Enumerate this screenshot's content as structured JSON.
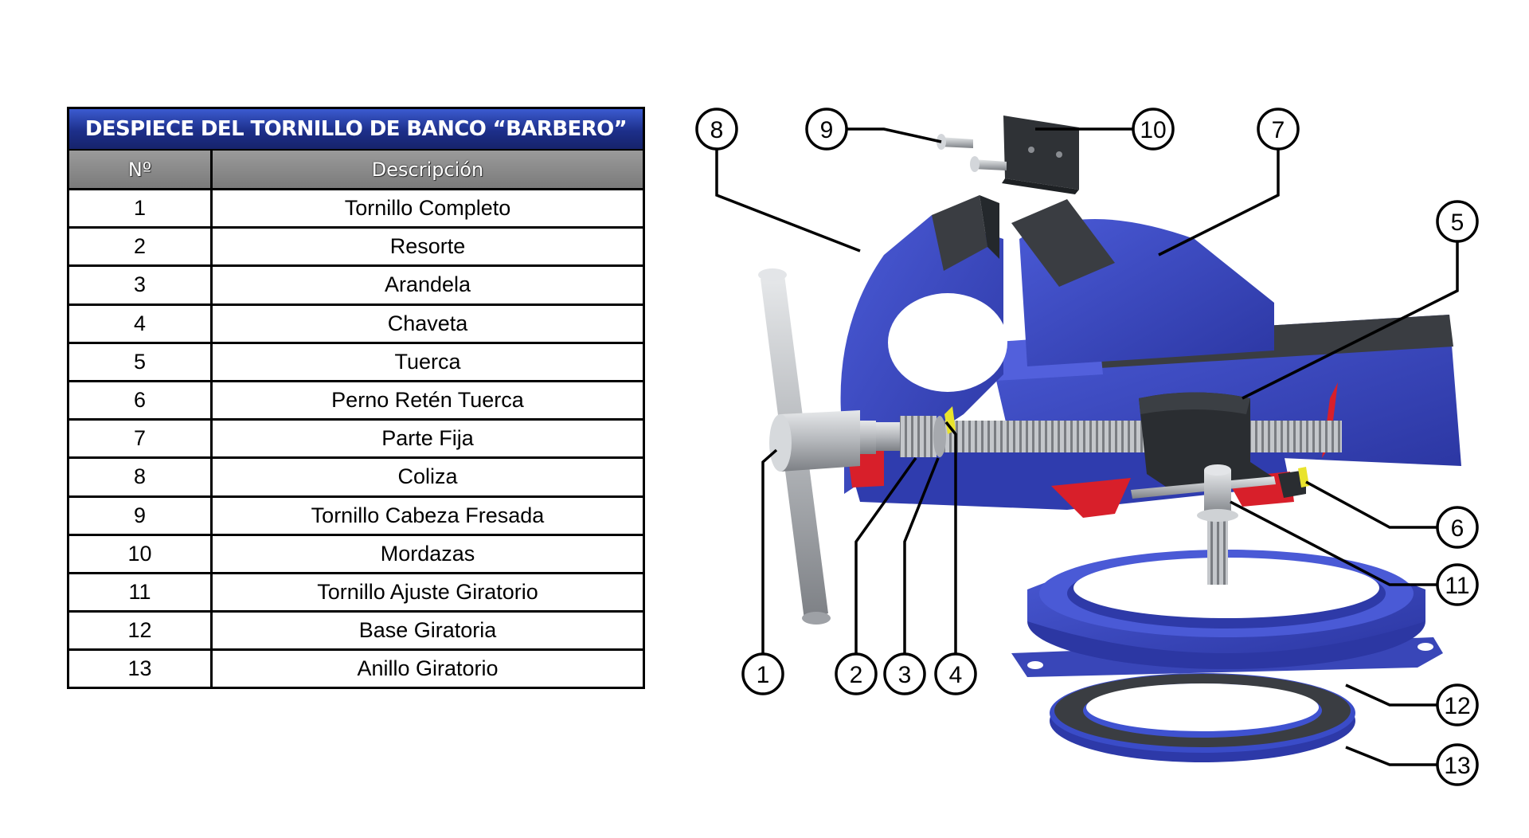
{
  "table": {
    "title": "DESPIECE DEL TORNILLO DE BANCO “BARBERO”",
    "header_no": "Nº",
    "header_desc": "Descripción",
    "rows": [
      {
        "no": "1",
        "desc": "Tornillo Completo"
      },
      {
        "no": "2",
        "desc": "Resorte"
      },
      {
        "no": "3",
        "desc": "Arandela"
      },
      {
        "no": "4",
        "desc": "Chaveta"
      },
      {
        "no": "5",
        "desc": "Tuerca"
      },
      {
        "no": "6",
        "desc": "Perno Retén Tuerca"
      },
      {
        "no": "7",
        "desc": "Parte Fija"
      },
      {
        "no": "8",
        "desc": "Coliza"
      },
      {
        "no": "9",
        "desc": "Tornillo Cabeza Fresada"
      },
      {
        "no": "10",
        "desc": "Mordazas"
      },
      {
        "no": "11",
        "desc": "Tornillo Ajuste Giratorio"
      },
      {
        "no": "12",
        "desc": "Base Giratoria"
      },
      {
        "no": "13",
        "desc": "Anillo Giratorio"
      }
    ]
  },
  "callouts": [
    "1",
    "2",
    "3",
    "4",
    "5",
    "6",
    "7",
    "8",
    "9",
    "10",
    "11",
    "12",
    "13"
  ],
  "colors": {
    "vise_body": "#3a4ac4",
    "vise_dark": "#24308f",
    "jaw": "#2f3236",
    "steel": "#b9bcc0",
    "cut": "#d81f2a",
    "title_bg": "#1d2f8a",
    "header_bg": "#8a8a8a"
  }
}
